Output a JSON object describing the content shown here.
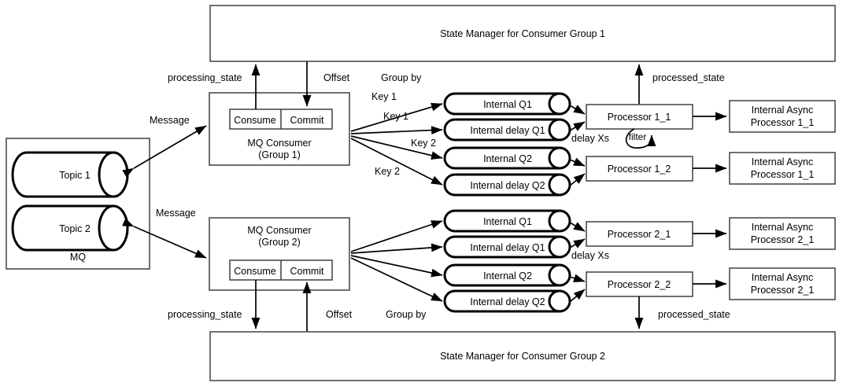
{
  "diagram": {
    "title_text_top": "State Manager for Consumer Group 1",
    "title_text_bottom": "State Manager for Consumer Group 2",
    "mq": {
      "label": "MQ",
      "topics": [
        {
          "label": "Topic 1"
        },
        {
          "label": "Topic 2"
        }
      ]
    },
    "consumers": [
      {
        "name": "MQ Consumer",
        "group": "(Group 1)",
        "consume": "Consume",
        "commit": "Commit"
      },
      {
        "name": "MQ Consumer",
        "group": "(Group 2)",
        "consume": "Consume",
        "commit": "Commit"
      }
    ],
    "edge_labels": {
      "message_1": "Message",
      "message_2": "Message",
      "processing_state_top": "processing_state",
      "offset_top": "Offset",
      "group_by_top": "Group by",
      "processed_state_top": "processed_state",
      "processing_state_bottom": "processing_state",
      "offset_bottom": "Offset",
      "group_by_bottom": "Group by",
      "processed_state_bottom": "processed_state",
      "delay_top": "delay Xs",
      "delay_bottom": "delay Xs",
      "filter": "filter",
      "keys_group1": [
        "Key 1",
        "Key 1",
        "Key 2",
        "Key 2"
      ]
    },
    "group1": {
      "queues": [
        {
          "label": "Internal Q1"
        },
        {
          "label": "Internal delay Q1"
        },
        {
          "label": "Internal Q2"
        },
        {
          "label": "Internal delay Q2"
        }
      ],
      "processors": [
        {
          "label": "Processor 1_1"
        },
        {
          "label": "Processor 1_2"
        }
      ],
      "async_processors": [
        {
          "line1": "Internal Async",
          "line2": "Processor 1_1"
        },
        {
          "line1": "Internal Async",
          "line2": "Processor 1_1"
        }
      ]
    },
    "group2": {
      "queues": [
        {
          "label": "Internal Q1"
        },
        {
          "label": "Internal delay Q1"
        },
        {
          "label": "Internal Q2"
        },
        {
          "label": "Internal delay Q2"
        }
      ],
      "processors": [
        {
          "label": "Processor 2_1"
        },
        {
          "label": "Processor 2_2"
        }
      ],
      "async_processors": [
        {
          "line1": "Internal Async",
          "line2": "Processor 2_1"
        },
        {
          "line1": "Internal Async",
          "line2": "Processor 2_1"
        }
      ]
    },
    "colors": {
      "stroke_dark": "#000000",
      "stroke_gray": "#4d4d4d",
      "background": "#ffffff"
    }
  }
}
